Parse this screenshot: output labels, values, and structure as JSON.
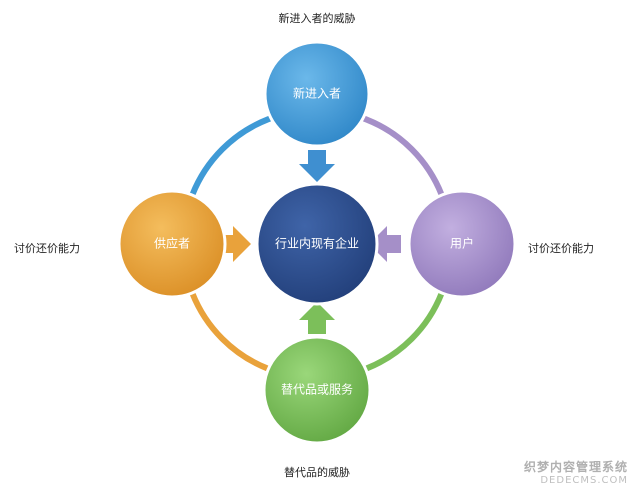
{
  "labels": {
    "top": "新进入者的威胁",
    "bottom": "替代品的威胁",
    "left": "讨价还价能力",
    "right": "讨价还价能力"
  },
  "nodes": {
    "top": "新进入者",
    "left": "供应者",
    "center": "行业内现有企业",
    "right": "用户",
    "bottom": "替代品或服务"
  },
  "colors": {
    "top": "#3f9ad6",
    "left": "#e9a23b",
    "center": "#2f4f8f",
    "right": "#a58fc8",
    "bottom": "#7cbf5a"
  },
  "watermark": {
    "line1": "织梦内容管理系统",
    "line2": "DEDECMS.COM"
  }
}
